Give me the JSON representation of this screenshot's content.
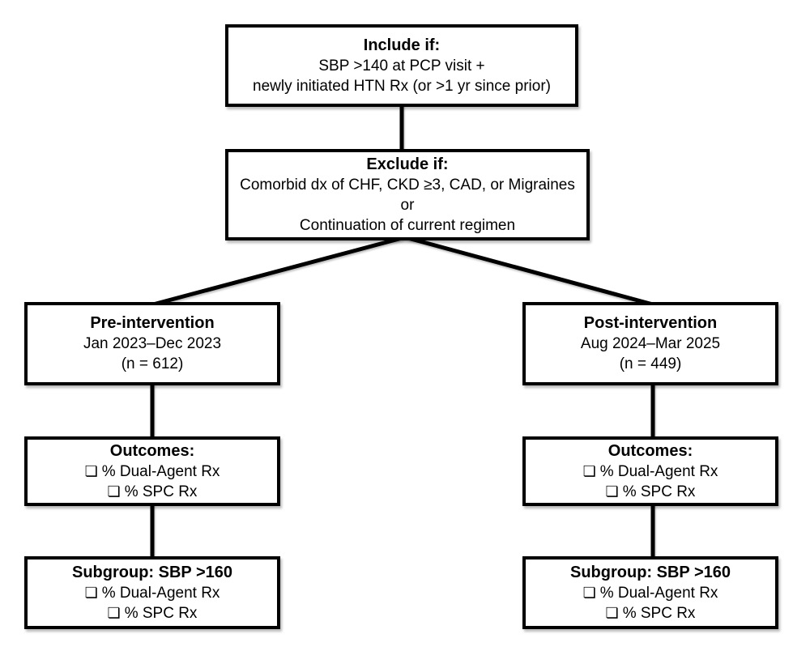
{
  "icons": {
    "checkbox": "❏"
  },
  "colors": {
    "background": "#ffffff",
    "box_fill": "#ffffff",
    "box_border": "#000000",
    "connector": "#000000",
    "text": "#000000"
  },
  "boxes": {
    "include": {
      "title": "Include if:",
      "line1": "SBP >140 at PCP visit +",
      "line2": "newly initiated HTN Rx (or >1 yr since prior)"
    },
    "exclude": {
      "title": "Exclude if:",
      "line1": "Comorbid dx of CHF, CKD ≥3, CAD, or Migraines",
      "line2": "or",
      "line3": "Continuation of current regimen"
    },
    "pre_intervention": {
      "title": "Pre-intervention",
      "period": "Jan 2023–Dec 2023",
      "n": "(n = 612)"
    },
    "post_intervention": {
      "title": "Post-intervention",
      "period": "Aug 2024–Mar 2025",
      "n": "(n = 449)"
    },
    "outcomes_pre": {
      "title": "Outcomes:",
      "items": [
        "% Dual-Agent Rx",
        "% SPC Rx"
      ]
    },
    "outcomes_post": {
      "title": "Outcomes:",
      "items": [
        "% Dual-Agent Rx",
        "% SPC Rx"
      ]
    },
    "subgroup_pre": {
      "title": "Subgroup: SBP >160",
      "items": [
        "% Dual-Agent Rx",
        "% SPC Rx"
      ]
    },
    "subgroup_post": {
      "title": "Subgroup: SBP >160",
      "items": [
        "% Dual-Agent Rx",
        "% SPC Rx"
      ]
    }
  }
}
